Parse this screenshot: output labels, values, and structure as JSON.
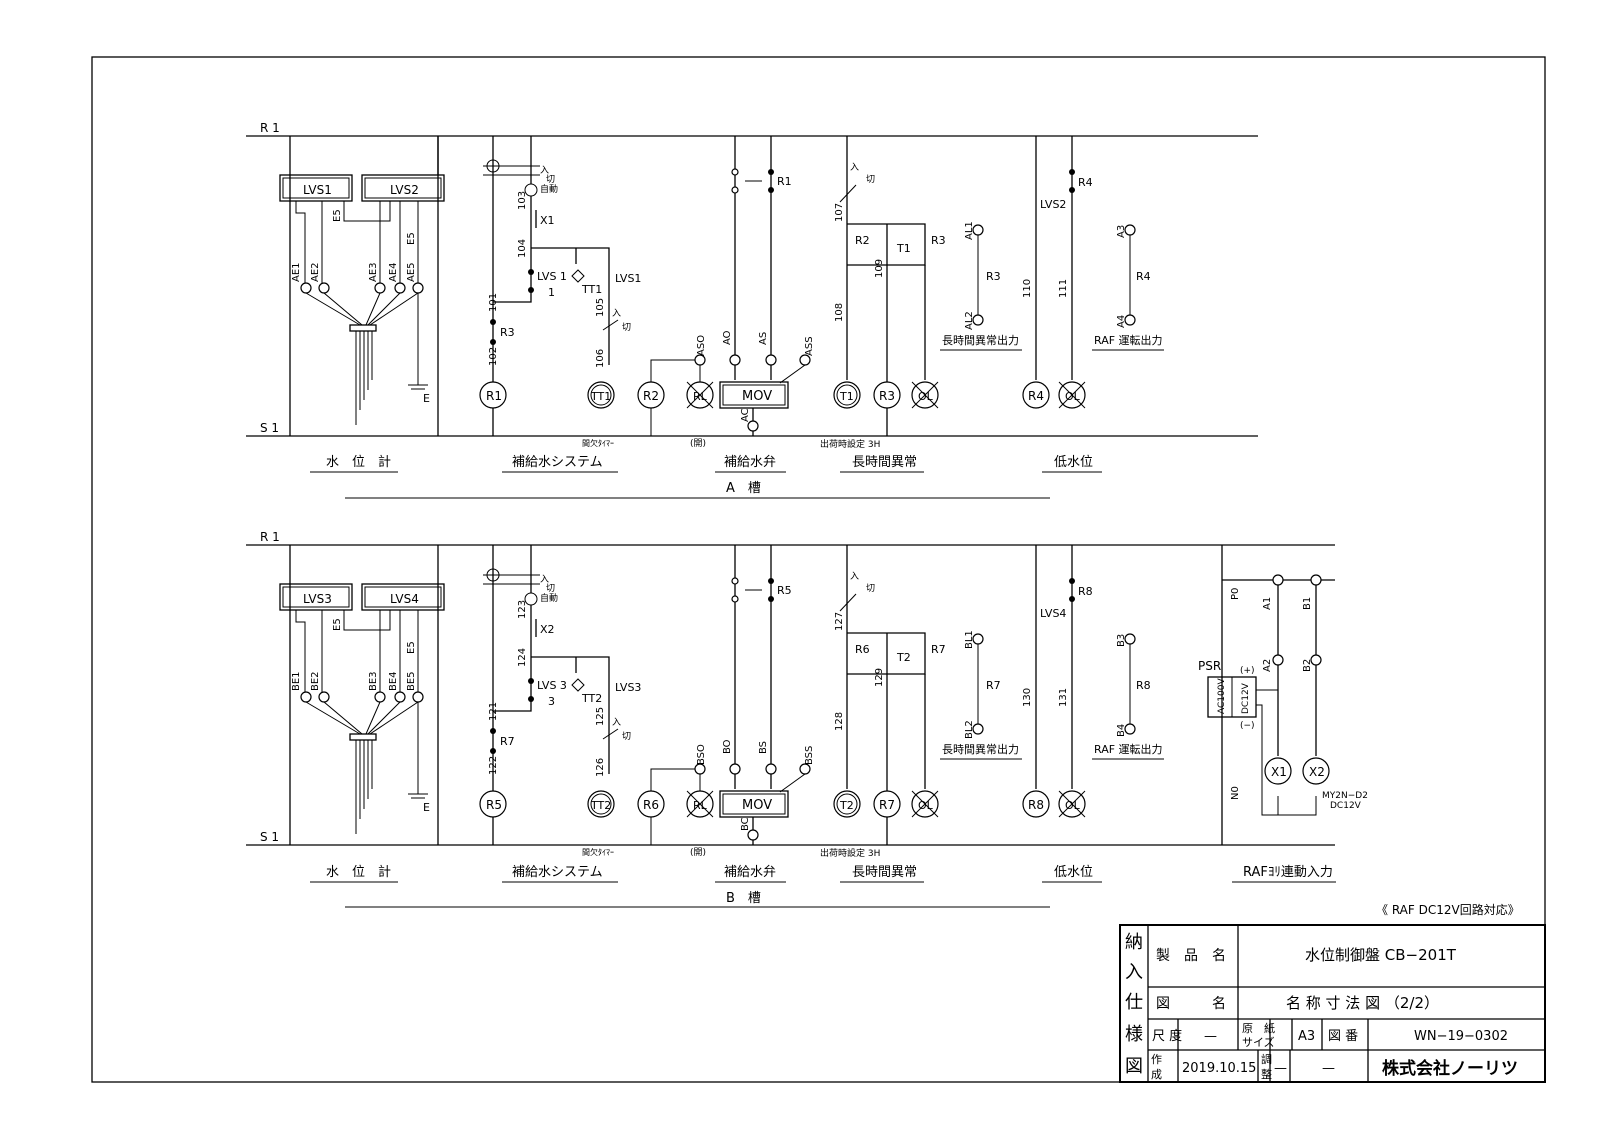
{
  "note": "《 RAF DC12V回路対応》",
  "bus": {
    "top": "R 1",
    "bottom": "S 1"
  },
  "title_block": {
    "side_label": [
      "納",
      "入",
      "仕",
      "様",
      "図"
    ],
    "product_label": "製　品　名",
    "product_value": "水位制御盤 CB−201T",
    "drawing_label": "図　　　名",
    "drawing_value": "名 称 寸 法 図 （2/2）",
    "scale_label": "尺 度",
    "scale_value": "—",
    "paper_label_1": "原　紙",
    "paper_label_2": "サイズ",
    "paper_value": "A3",
    "drawing_no_label": "図 番",
    "drawing_no_value": "WN−19−0302",
    "made_label_1": "作",
    "made_label_2": "成",
    "made_value": "2019.10.15",
    "adjust_label_1": "調",
    "adjust_label_2": "整",
    "adjust_value_1": "—",
    "adjust_value_2": "—",
    "company": "株式会社ノーリツ"
  },
  "tank_a": {
    "tank_label": "A　槽",
    "sections": [
      "水　位　計",
      "補給水システム",
      "補給水弁",
      "長時間異常",
      "低水位"
    ],
    "level_switches": [
      "LVS1",
      "LVS2"
    ],
    "electrodes": [
      "AE1",
      "AE2",
      "E5",
      "AE3",
      "AE4",
      "AE5",
      "E5"
    ],
    "ground": "E",
    "mov": "MOV",
    "coils": [
      "R1",
      "TT1",
      "R2",
      "RL",
      "T1",
      "R3",
      "OL",
      "R4",
      "OL"
    ],
    "contacts": [
      "R3",
      "X1",
      "LVS 1",
      "TT1",
      "LVS1",
      "R1",
      "R2",
      "T1",
      "R3",
      "LVS2",
      "R4",
      "R3",
      "R4"
    ],
    "wires": [
      "103",
      "104",
      "101",
      "102",
      "105",
      "106",
      "107",
      "108",
      "109",
      "110",
      "111"
    ],
    "terminals": [
      "ASO",
      "AO",
      "AS",
      "ASS",
      "AC",
      "AL1",
      "AL2",
      "A3",
      "A4"
    ],
    "switch_labels": [
      "入",
      "切",
      "自動",
      "入",
      "切",
      "入",
      "切"
    ],
    "timer_note": "間欠ﾀｲﾏｰ",
    "open_note": "(開)",
    "timer_setting": "出荷時設定 3H",
    "output_1": "長時間異常出力",
    "output_2": "RAF 運転出力"
  },
  "tank_b": {
    "tank_label": "B　槽",
    "sections": [
      "水　位　計",
      "補給水システム",
      "補給水弁",
      "長時間異常",
      "低水位",
      "RAFﾖﾘ連動入力"
    ],
    "level_switches": [
      "LVS3",
      "LVS4"
    ],
    "electrodes": [
      "BE1",
      "BE2",
      "E5",
      "BE3",
      "BE4",
      "BE5",
      "E5"
    ],
    "ground": "E",
    "mov": "MOV",
    "coils": [
      "R5",
      "TT2",
      "R6",
      "RL",
      "T2",
      "R7",
      "OL",
      "R8",
      "OL",
      "X1",
      "X2"
    ],
    "contacts": [
      "R7",
      "X2",
      "LVS 3",
      "TT2",
      "LVS3",
      "R5",
      "R6",
      "T2",
      "R7",
      "LVS4",
      "R8",
      "R7",
      "R8"
    ],
    "wires": [
      "123",
      "124",
      "121",
      "122",
      "125",
      "126",
      "127",
      "128",
      "129",
      "130",
      "131"
    ],
    "terminals": [
      "BSO",
      "BO",
      "BS",
      "BSS",
      "BC",
      "BL1",
      "BL2",
      "B3",
      "B4",
      "A1",
      "A2",
      "B1",
      "B2",
      "P0",
      "N0"
    ],
    "switch_labels": [
      "入",
      "切",
      "自動",
      "入",
      "切",
      "入",
      "切"
    ],
    "timer_note": "間欠ﾀｲﾏｰ",
    "open_note": "(開)",
    "timer_setting": "出荷時設定 3H",
    "output_1": "長時間異常出力",
    "output_2": "RAF 運転出力",
    "psr": "PSR",
    "psr_in": "AC100V",
    "psr_out": "DC12V",
    "plus": "(+)",
    "minus": "(−)",
    "relay_model_1": "MY2N−D2",
    "relay_model_2": "DC12V"
  }
}
